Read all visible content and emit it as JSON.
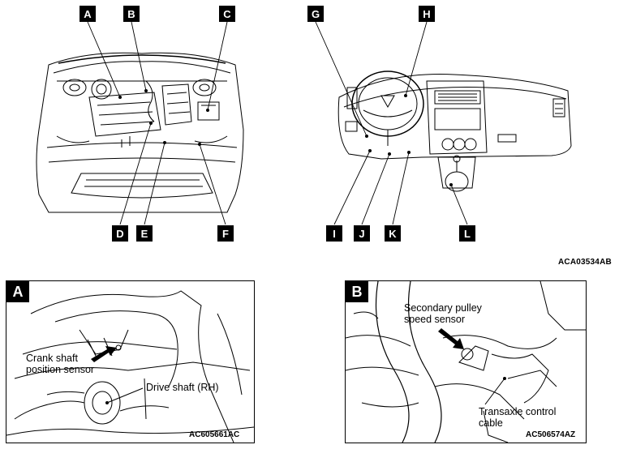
{
  "top_figure": {
    "engine_labels": [
      "A",
      "B",
      "C",
      "D",
      "E",
      "F"
    ],
    "cabin_labels": [
      "G",
      "H",
      "I",
      "J",
      "K",
      "L"
    ],
    "reference_code": "ACA03534AB"
  },
  "panel_a": {
    "tag": "A",
    "sensor_label_line1": "Crank shaft",
    "sensor_label_line2": "position sensor",
    "shaft_label": "Drive shaft (RH)",
    "reference_code": "AC605661AC"
  },
  "panel_b": {
    "tag": "B",
    "sensor_label_line1": "Secondary pulley",
    "sensor_label_line2": "speed sensor",
    "cable_label_line1": "Transaxle control",
    "cable_label_line2": "cable",
    "reference_code": "AC506574AZ"
  }
}
